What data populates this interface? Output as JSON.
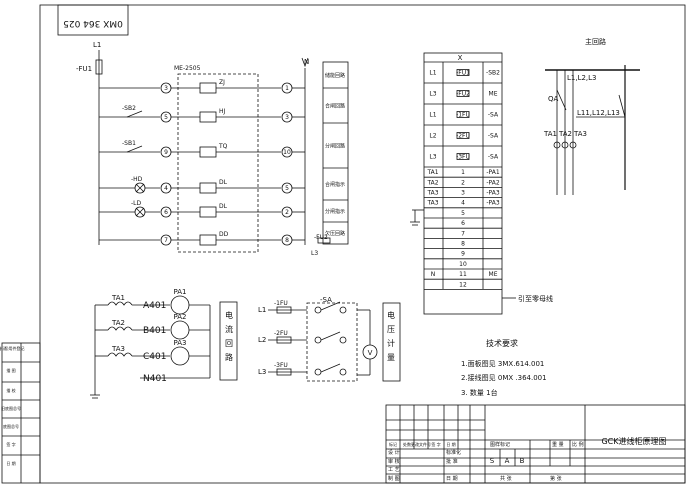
{
  "title_block": {
    "drawing_no_rotated": "0MX 364 025",
    "drawing_title": "GCK进线柜原理图",
    "labels": {
      "design": "设 计",
      "check": "审 核",
      "draw": "制 图",
      "process": "工 艺",
      "standard": "标准化",
      "approve": "批 准",
      "date": "日 期",
      "stage_mark": "图样标记",
      "weight": "重 量",
      "scale": "比 例",
      "sheet_total": "共 张",
      "sheet_no": "第 张"
    },
    "revision_headers": [
      "标记",
      "处数",
      "更改文件号",
      "签 字",
      "日 期"
    ],
    "stage_letters": [
      "S",
      "A",
      "B"
    ],
    "left_strip": [
      "借(通)用件登记",
      "描 图",
      "描 校",
      "旧底图总号",
      "底图总号",
      "签 字",
      "日 期"
    ]
  },
  "control_circuit": {
    "module": "ME-2505",
    "fuse": "-FU1",
    "fuse2": "-FU2",
    "l1": "L1",
    "n": "N",
    "l3": "L3",
    "lamps": [
      "-HD",
      "-LD"
    ],
    "switches": [
      "-SB2",
      "-SB1"
    ],
    "coils": [
      "ZJ",
      "HJ",
      "TQ",
      "DL",
      "DL",
      "DD"
    ],
    "nodes_left": [
      "3",
      "5",
      "9",
      "4",
      "6",
      "7"
    ],
    "nodes_right": [
      "1",
      "3",
      "10",
      "5",
      "2",
      "8"
    ],
    "function_labels": [
      "储能回路",
      "合闸回路",
      "分闸回路",
      "合闸指示",
      "分闸指示",
      "欠压回路"
    ]
  },
  "current_circuit": {
    "tas": [
      "TA1",
      "TA2",
      "TA3"
    ],
    "wires": [
      "A401",
      "B401",
      "C401",
      "N401"
    ],
    "ammeters": [
      "PA1",
      "PA2",
      "PA3"
    ],
    "side_label": "电流回路"
  },
  "voltage_circuit": {
    "phases": [
      "L1",
      "L2",
      "L3"
    ],
    "fuses": [
      "-1FU",
      "-2FU",
      "-3FU"
    ],
    "switch": "-SA",
    "voltmeter": "V",
    "side_label": "电压计量"
  },
  "terminal_block": {
    "header": "X",
    "rows": [
      {
        "left": "L1",
        "mid": "-FU1",
        "right": "-SB2"
      },
      {
        "left": "L3",
        "mid": "-FU2",
        "right": "ME"
      },
      {
        "left": "L1",
        "mid": "-1FU",
        "right": "-SA"
      },
      {
        "left": "L2",
        "mid": "-2FU",
        "right": "-SA"
      },
      {
        "left": "L3",
        "mid": "-3FU",
        "right": "-SA"
      },
      {
        "left": "TA1",
        "mid": "1",
        "right": "-PA1"
      },
      {
        "left": "TA2",
        "mid": "2",
        "right": "-PA2"
      },
      {
        "left": "TA3",
        "mid": "3",
        "right": "-PA3"
      },
      {
        "left": "TA3",
        "mid": "4",
        "right": "-PA3"
      },
      {
        "left": "",
        "mid": "5",
        "right": ""
      },
      {
        "left": "",
        "mid": "6",
        "right": ""
      },
      {
        "left": "",
        "mid": "7",
        "right": ""
      },
      {
        "left": "",
        "mid": "8",
        "right": ""
      },
      {
        "left": "",
        "mid": "9",
        "right": ""
      },
      {
        "left": "",
        "mid": "10",
        "right": ""
      },
      {
        "left": "N",
        "mid": "11",
        "right": "ME"
      },
      {
        "left": "",
        "mid": "12",
        "right": ""
      }
    ],
    "note": "引至零母线"
  },
  "main_circuit": {
    "title": "主回路",
    "bus": "L1,L2,L3",
    "breaker": "QA",
    "out": "L11,L12,L13",
    "cts": [
      "TA1",
      "TA2",
      "TA3"
    ]
  },
  "tech": {
    "title": "技术要求",
    "lines": [
      "1.面板图见 3MX.614.001",
      "2.接线图见 0MX .364.001",
      "3. 数量 1台"
    ]
  }
}
